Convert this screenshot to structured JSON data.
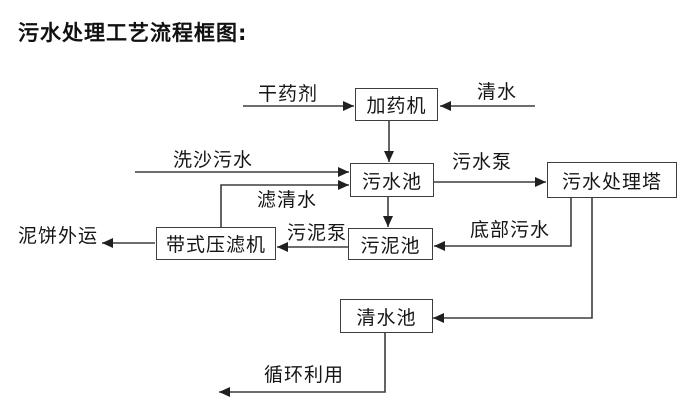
{
  "title": "污水处理工艺流程框图:",
  "colors": {
    "ink": "#1a1a1a",
    "background": "#ffffff"
  },
  "nodes": {
    "dosing_machine": {
      "label": "加药机"
    },
    "sewage_pool": {
      "label": "污水池"
    },
    "treatment_tower": {
      "label": "污水处理塔"
    },
    "sludge_pool": {
      "label": "污泥池"
    },
    "belt_filter_press": {
      "label": "带式压滤机"
    },
    "clean_water_pool": {
      "label": "清水池"
    }
  },
  "flow_labels": {
    "dry_agent": "干药剂",
    "clean_water": "清水",
    "sand_washing_sewage": "洗沙污水",
    "filtered_water": "滤清水",
    "sewage_pump": "污水泵",
    "sludge_pump": "污泥泵",
    "bottom_sewage": "底部污水",
    "mud_cake_shipping": "泥饼外运",
    "recycling": "循环利用"
  },
  "edges": [
    {
      "from": "external",
      "to": "dosing_machine",
      "label": "干药剂"
    },
    {
      "from": "external",
      "to": "dosing_machine",
      "label": "清水"
    },
    {
      "from": "dosing_machine",
      "to": "sewage_pool",
      "label": ""
    },
    {
      "from": "external",
      "to": "sewage_pool",
      "label": "洗沙污水"
    },
    {
      "from": "belt_filter_press",
      "to": "sewage_pool",
      "label": "滤清水"
    },
    {
      "from": "sewage_pool",
      "to": "treatment_tower",
      "label": "污水泵"
    },
    {
      "from": "sewage_pool",
      "to": "sludge_pool",
      "label": ""
    },
    {
      "from": "treatment_tower",
      "to": "sludge_pool",
      "label": "底部污水"
    },
    {
      "from": "sludge_pool",
      "to": "belt_filter_press",
      "label": "污泥泵"
    },
    {
      "from": "belt_filter_press",
      "to": "external",
      "label": "泥饼外运"
    },
    {
      "from": "treatment_tower",
      "to": "clean_water_pool",
      "label": ""
    },
    {
      "from": "clean_water_pool",
      "to": "external",
      "label": "循环利用"
    }
  ]
}
